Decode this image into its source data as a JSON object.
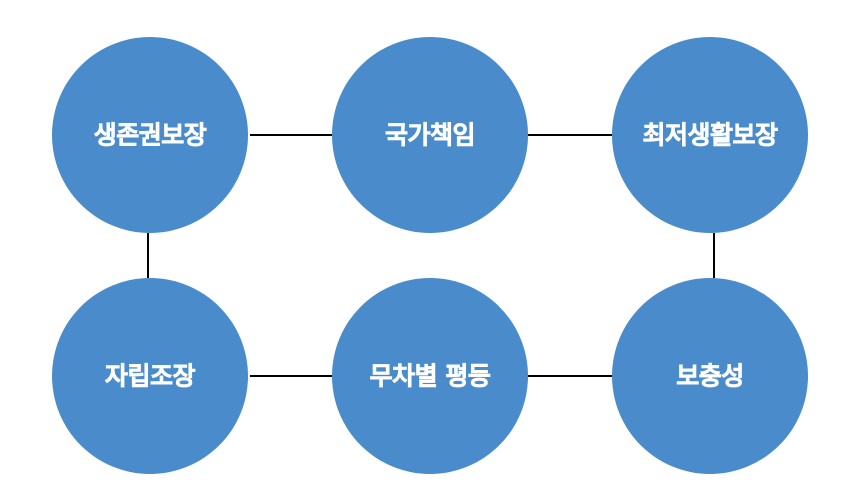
{
  "diagram": {
    "node_color": "#4a8ccb",
    "label_color": "#ffffff",
    "line_color": "#000000",
    "nodes": [
      {
        "id": "survival-rights",
        "label": "생존권보장"
      },
      {
        "id": "state-responsibility",
        "label": "국가책임"
      },
      {
        "id": "minimum-living",
        "label": "최저생활보장"
      },
      {
        "id": "self-reliance",
        "label": "자립조장"
      },
      {
        "id": "equality",
        "label": "무차별 평등"
      },
      {
        "id": "supplementarity",
        "label": "보충성"
      }
    ]
  }
}
